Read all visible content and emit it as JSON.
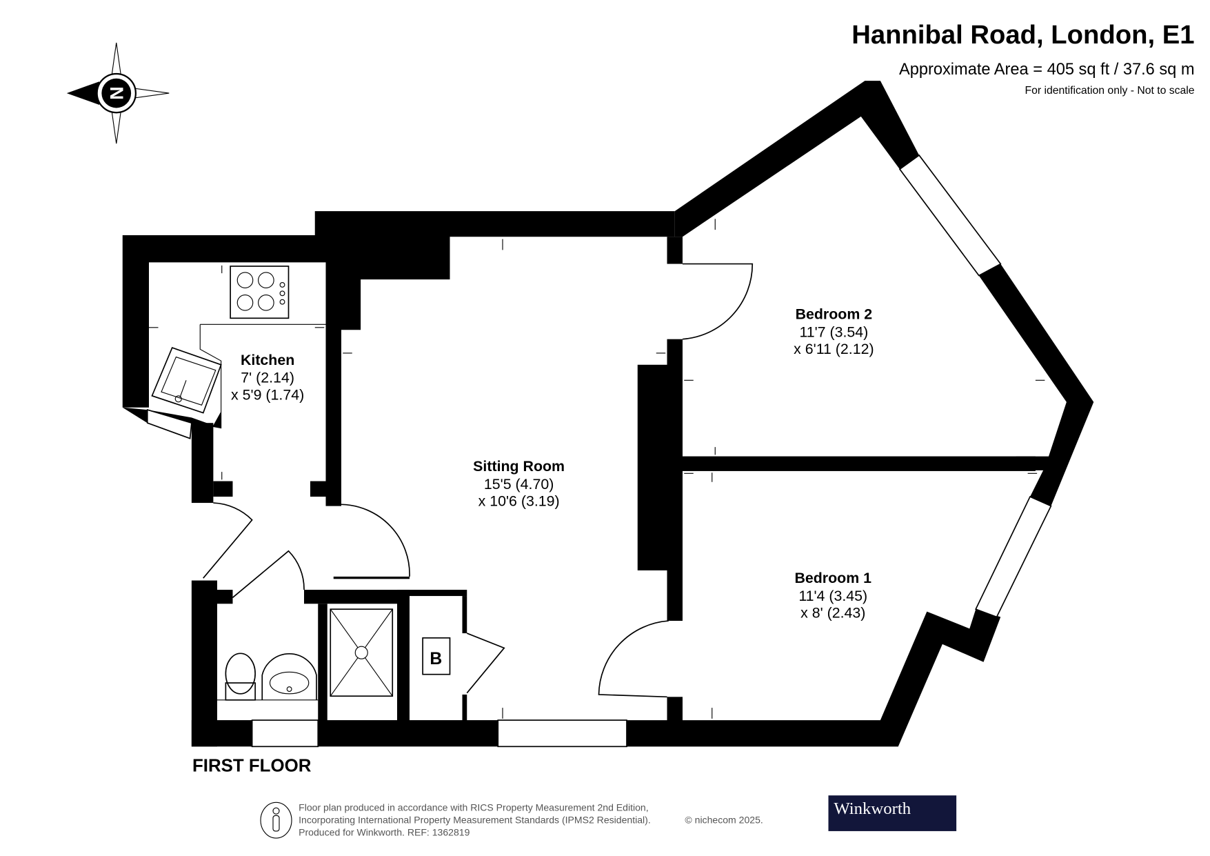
{
  "header": {
    "title": "Hannibal Road, London, E1",
    "area": "Approximate Area = 405 sq ft / 37.6 sq m",
    "disclaimer": "For identification only - Not to scale"
  },
  "compass": {
    "label": "N"
  },
  "rooms": {
    "kitchen": {
      "name": "Kitchen",
      "dim1": "7' (2.14)",
      "dim2": "x 5'9 (1.74)"
    },
    "sitting": {
      "name": "Sitting Room",
      "dim1": "15'5 (4.70)",
      "dim2": "x 10'6 (3.19)"
    },
    "bedroom2": {
      "name": "Bedroom 2",
      "dim1": "11'7 (3.54)",
      "dim2": "x 6'11 (2.12)"
    },
    "bedroom1": {
      "name": "Bedroom 1",
      "dim1": "11'4 (3.45)",
      "dim2": "x 8' (2.43)"
    },
    "boiler": {
      "label": "B"
    }
  },
  "floor_label": "FIRST FLOOR",
  "footer": {
    "line1": "Floor plan produced in accordance with RICS Property Measurement 2nd Edition,",
    "line2": "Incorporating International Property Measurement Standards (IPMS2 Residential).",
    "copyright": "© nichecom 2025.",
    "line3": "Produced for Winkworth.   REF: 1362819",
    "brand": "Winkworth",
    "brand_color": "#12163a"
  }
}
